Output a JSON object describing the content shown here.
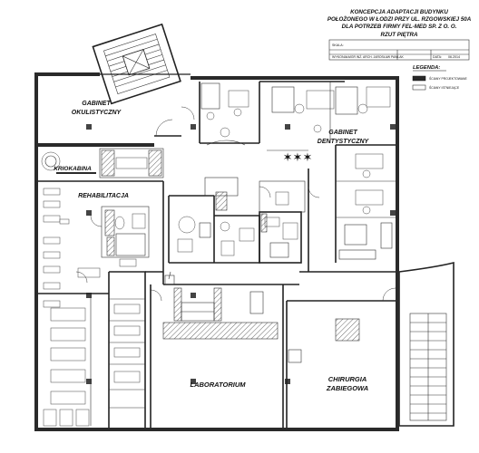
{
  "title_block": {
    "line1": "KONCEPCJA ADAPTACJI BUDYNKU",
    "line2": "POŁOŻONEGO W ŁODZI PRZY UL. RZGOWSKIEJ 50A",
    "line3": "DLA POTRZEB FIRMY FEL-MED SP. Z O. O.",
    "line4": "RZUT PIĘTRA",
    "skala_label": "SKALA:",
    "wykonal_label": "WYKONAŁ:",
    "wykonal_value": "MGR INŻ. ARCH. JAROSŁAW PAWLAK",
    "data_label": "DATA:",
    "data_value": "06.2014"
  },
  "legend": {
    "title": "LEGENDA:",
    "items": [
      {
        "label": "ŚCIANY PROJEKTOWANE",
        "swatch": "#2a2a2a"
      },
      {
        "label": "ŚCIANY ISTNIEJĄCE",
        "swatch": "#ffffff"
      }
    ]
  },
  "rooms": {
    "okulistyczny_1": "GABINET",
    "okulistyczny_2": "OKULISTYCZNY",
    "dentystyczny_1": "GABINET",
    "dentystyczny_2": "DENTYSTYCZNY",
    "kriokabina": "KRIOKABINA",
    "rehabilitacja": "REHABILITACJA",
    "laboratorium": "LABORATORIUM",
    "chirurgia_1": "CHIRURGIA",
    "chirurgia_2": "ZABIEGOWA"
  },
  "stars": "✶✶✶",
  "colors": {
    "wall": "#2a2a2a",
    "line": "#222222"
  }
}
